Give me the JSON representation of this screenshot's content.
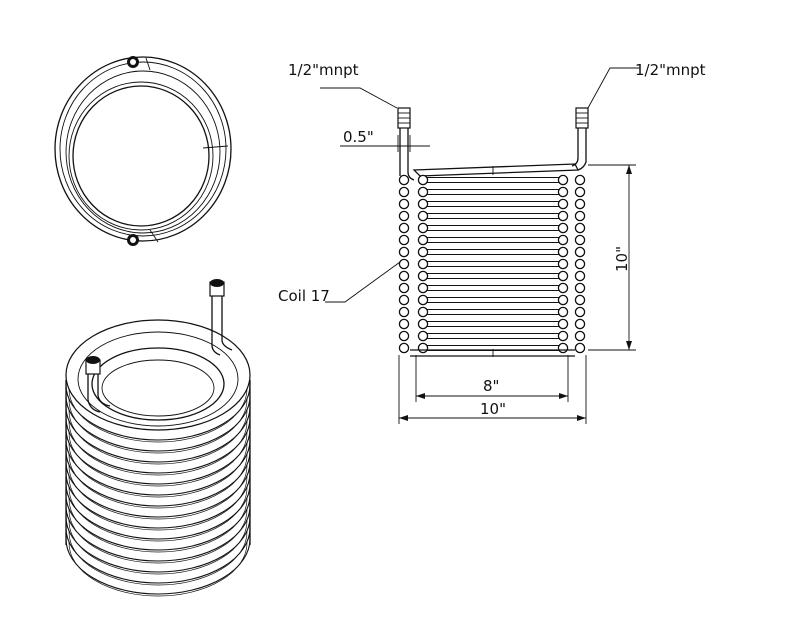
{
  "drawing": {
    "labels": {
      "inlet_left": "1/2\"mnpt",
      "inlet_right": "1/2\"mnpt",
      "tube_offset": "0.5\"",
      "coil_name": "Coil 17",
      "height": "10\"",
      "inner_width": "8\"",
      "outer_width": "10\""
    },
    "turns": 15
  }
}
